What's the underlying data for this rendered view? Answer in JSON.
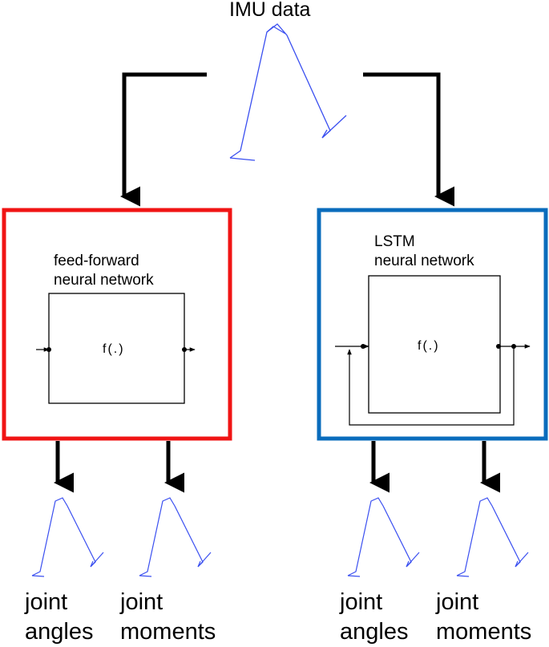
{
  "title": "IMU data",
  "colors": {
    "ffn_border": "#f01414",
    "lstm_border": "#0a6cbc",
    "leg": "#3a4ff0",
    "arrow": "#000000"
  },
  "ffn": {
    "label_line1": "feed-forward",
    "label_line2": "neural network",
    "function": "f(.)"
  },
  "lstm": {
    "label_line1": "LSTM",
    "label_line2": "neural network",
    "function": "f(.)"
  },
  "outputs": [
    {
      "line1": "joint",
      "line2": "angles"
    },
    {
      "line1": "joint",
      "line2": "moments"
    },
    {
      "line1": "joint",
      "line2": "angles"
    },
    {
      "line1": "joint",
      "line2": "moments"
    }
  ],
  "icons": {
    "input_leg": "leg-stick-figure-icon",
    "output_leg": "leg-stick-figure-icon"
  }
}
